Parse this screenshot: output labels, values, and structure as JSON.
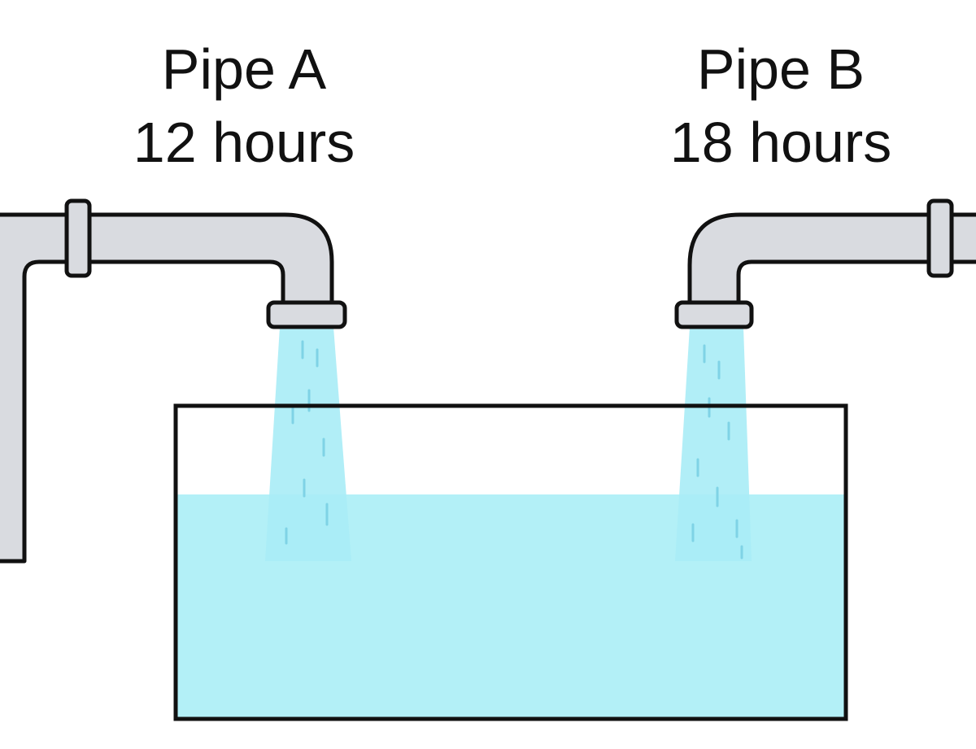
{
  "pipes": [
    {
      "name": "Pipe A",
      "time": "12 hours"
    },
    {
      "name": "Pipe B",
      "time": "18 hours"
    }
  ],
  "colors": {
    "pipe_fill": "#d9dbe0",
    "outline": "#111111",
    "water": "#b3f0f7",
    "stream": "#a8ecf6",
    "background": "#ffffff"
  },
  "tank": {
    "water_level_fraction": 0.72
  }
}
